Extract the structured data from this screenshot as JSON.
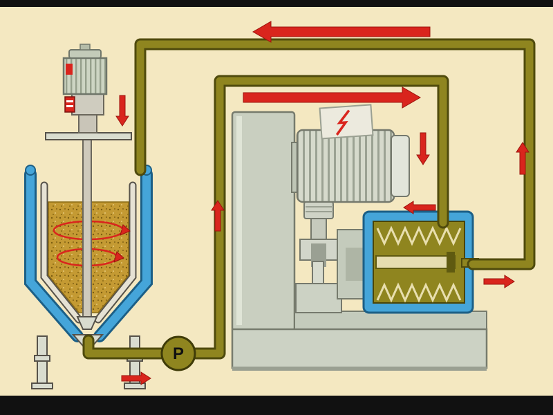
{
  "diagram": {
    "pump_label": "P",
    "colors": {
      "background": "#f4e8c1",
      "frame": "#111111",
      "pipe": "#8f851f",
      "pipe-edge": "#4f4a0c",
      "arrow": "#d9251d",
      "jacket": "#45a5d9",
      "jacket-edge": "#1c5f86",
      "product": "#c49a33",
      "machine": "#c9cfc0",
      "machine-edge": "#767b6d",
      "metal": "#d9dccf",
      "metal-edge": "#56524a"
    },
    "components": [
      {
        "name": "stirred-feed-tank"
      },
      {
        "name": "cooling-jacket"
      },
      {
        "name": "agitator-motor"
      },
      {
        "name": "feed-pump",
        "label": "P"
      },
      {
        "name": "mill-drive-motor"
      },
      {
        "name": "power-panel"
      },
      {
        "name": "milling-chamber"
      },
      {
        "name": "recirculation-piping"
      }
    ],
    "flow_arrows": [
      {
        "name": "tank-inlet",
        "direction": "down"
      },
      {
        "name": "suction-line",
        "direction": "right"
      },
      {
        "name": "feed-riser",
        "direction": "up"
      },
      {
        "name": "feed-line",
        "direction": "right"
      },
      {
        "name": "motor-side",
        "direction": "down"
      },
      {
        "name": "mill-inlet",
        "direction": "left"
      },
      {
        "name": "mill-outlet",
        "direction": "right"
      },
      {
        "name": "return-riser",
        "direction": "up"
      },
      {
        "name": "return-line",
        "direction": "left"
      }
    ]
  }
}
